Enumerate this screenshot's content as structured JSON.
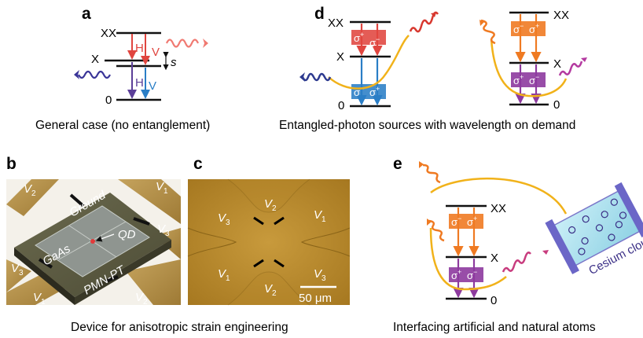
{
  "panels": {
    "a": {
      "letter": "a",
      "levels": {
        "xx": "XX",
        "x": "X",
        "g": "0"
      },
      "h_label": "H",
      "v_label": "V",
      "s_label": "s",
      "caption": "General case (no entanglement)"
    },
    "b": {
      "letter": "b",
      "labels": {
        "ground": "Ground",
        "gaas": "GaAs",
        "qd": "QD",
        "pmn": "PMN-PT",
        "v_letter": "V",
        "sub1": "1",
        "sub2": "2",
        "sub3": "3"
      },
      "caption": "Device for anisotropic strain engineering"
    },
    "c": {
      "letter": "c",
      "scalebar": "50 μm"
    },
    "d": {
      "letter": "d",
      "levels": {
        "xx": "XX",
        "x": "X",
        "g": "0"
      },
      "sigma": "σ",
      "plus": "+",
      "minus": "−",
      "caption": "Entangled-photon sources with wavelength on demand"
    },
    "e": {
      "letter": "e",
      "levels": {
        "xx": "XX",
        "x": "X",
        "g": "0"
      },
      "sigma": "σ",
      "plus": "+",
      "minus": "−",
      "cloud_label": "Cesium cloud",
      "caption": "Interfacing artificial and natural atoms"
    }
  },
  "colors": {
    "h_red": "#e0453f",
    "v_blue": "#2a7ec6",
    "h_purple": "#5b3f98",
    "orange": "#ef7a22",
    "purple": "#8d3a9e",
    "magenta": "#c83c7e",
    "yellow_path": "#f1b21a",
    "gold_electrode": "#b38c3f",
    "glass": "#a9e1ef"
  }
}
